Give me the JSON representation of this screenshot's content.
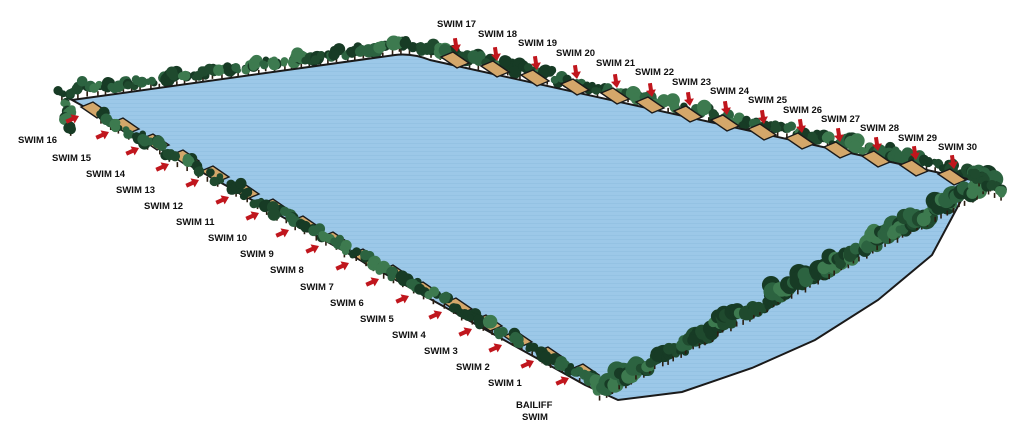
{
  "lake": {
    "water_color": "#9cc8e8",
    "water_line_color": "#8fbee0",
    "bank_color": "#1a1a1a",
    "tree_colors": [
      "#1f4a2e",
      "#2c6340",
      "#3d7a4f",
      "#173b25"
    ],
    "platform_color": "#d4a76a",
    "arrow_color": "#c0161d"
  },
  "swims": [
    {
      "label": "SWIM 1"
    },
    {
      "label": "SWIM 2"
    },
    {
      "label": "SWIM 3"
    },
    {
      "label": "SWIM 4"
    },
    {
      "label": "SWIM 5"
    },
    {
      "label": "SWIM 6"
    },
    {
      "label": "SWIM 7"
    },
    {
      "label": "SWIM 8"
    },
    {
      "label": "SWIM 9"
    },
    {
      "label": "SWIM 10"
    },
    {
      "label": "SWIM 11"
    },
    {
      "label": "SWIM 12"
    },
    {
      "label": "SWIM 13"
    },
    {
      "label": "SWIM 14"
    },
    {
      "label": "SWIM 15"
    },
    {
      "label": "SWIM 16"
    },
    {
      "label": "SWIM 17"
    },
    {
      "label": "SWIM 18"
    },
    {
      "label": "SWIM 19"
    },
    {
      "label": "SWIM 20"
    },
    {
      "label": "SWIM 21"
    },
    {
      "label": "SWIM 22"
    },
    {
      "label": "SWIM 23"
    },
    {
      "label": "SWIM 24"
    },
    {
      "label": "SWIM 25"
    },
    {
      "label": "SWIM 26"
    },
    {
      "label": "SWIM 27"
    },
    {
      "label": "SWIM 28"
    },
    {
      "label": "SWIM 29"
    },
    {
      "label": "SWIM 30"
    }
  ],
  "bailiff": {
    "line1": "BAILIFF",
    "line2": "SWIM"
  }
}
